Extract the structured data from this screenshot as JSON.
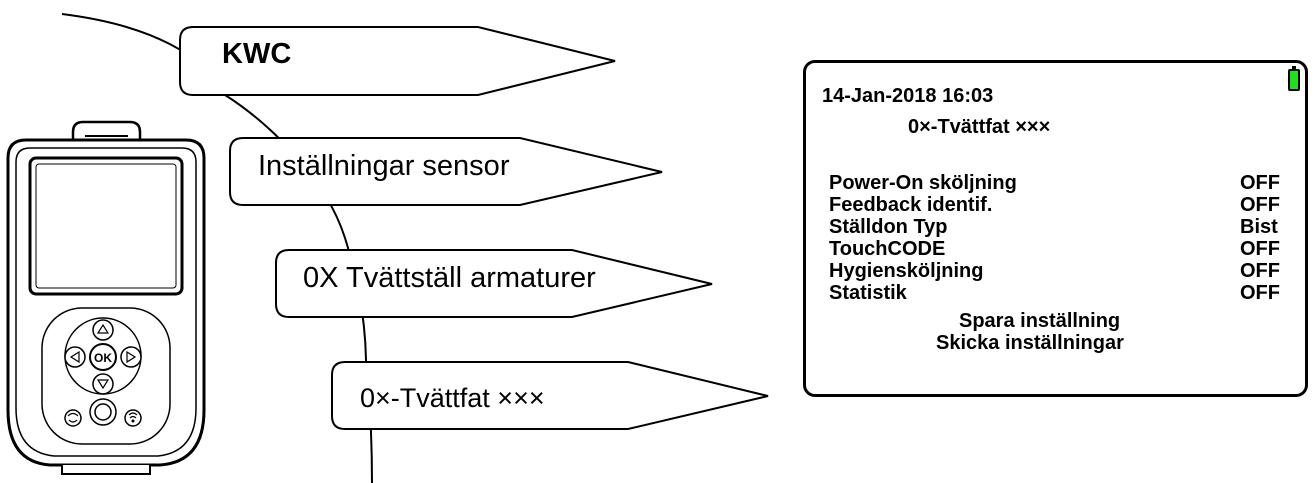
{
  "menu": {
    "level1": "KWC",
    "level2": "Inställningar sensor",
    "level3": "0X Tvättställ armaturer",
    "level4": "0×-Tvättfat ×××"
  },
  "device": {
    "ok_button": "OK"
  },
  "screen": {
    "datetime": "14-Jan-2018 16:03",
    "title": "0×-Tvättfat ×××",
    "battery_color": "#22dd22",
    "settings": [
      {
        "label": "Power-On sköljning",
        "value": "OFF"
      },
      {
        "label": "Feedback identif.",
        "value": "OFF"
      },
      {
        "label": "Ställdon Typ",
        "value": "Bist"
      },
      {
        "label": "TouchCODE",
        "value": "OFF"
      },
      {
        "label": "Hygiensköljning",
        "value": "OFF"
      },
      {
        "label": "Statistik",
        "value": "OFF"
      }
    ],
    "actions": {
      "save": "Spara inställning",
      "send": "Skicka inställningar"
    }
  }
}
